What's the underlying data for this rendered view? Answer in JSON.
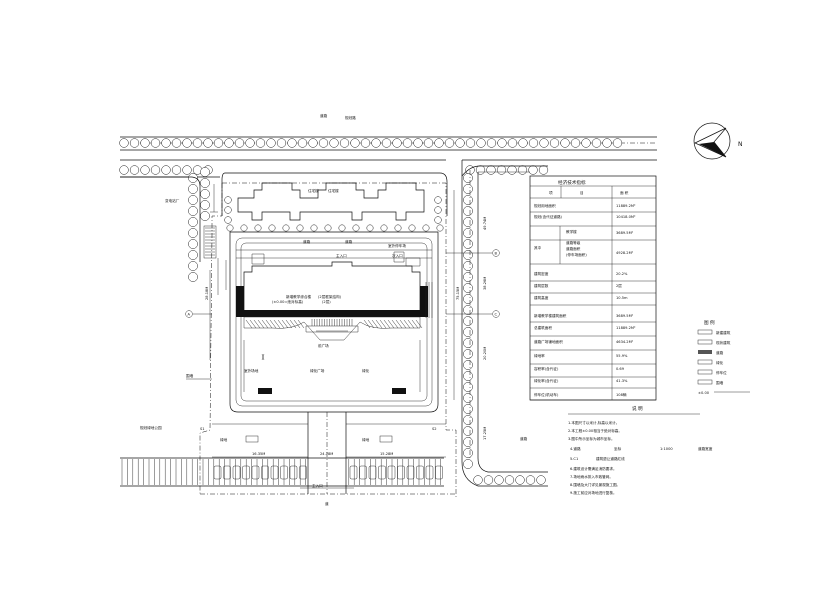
{
  "labels": {
    "north_arrow": "N",
    "table_values": [
      "11889.2M²",
      "10418.0M²",
      "3689.5M²",
      "4928.2M²",
      "20.2%",
      "2层",
      "10.5m",
      "3689.5M²",
      "11889.2M²",
      "4634.2M²",
      "55.9%",
      "0.69",
      "41.3%",
      "108辆"
    ],
    "dimensions": [
      "28.18M",
      "75.15M",
      "38.26M",
      "20.20M",
      "49.74M",
      "17.25M",
      "16.35M",
      "15.28M",
      "24.78M"
    ],
    "gate_label": "主入口",
    "legend_title": "图 例",
    "notes_title": "说 明"
  }
}
